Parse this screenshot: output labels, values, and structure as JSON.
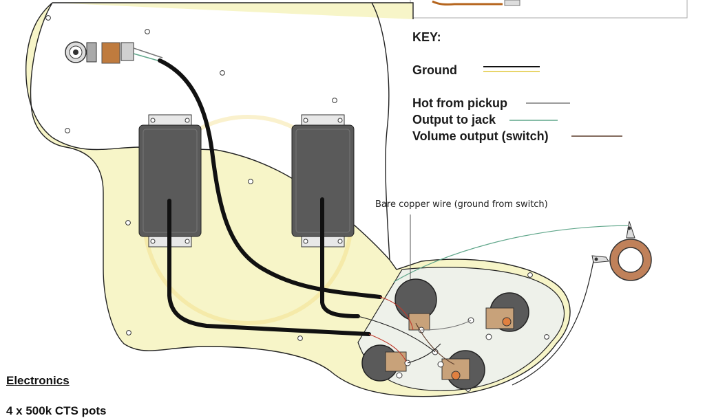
{
  "key": {
    "title": "KEY:",
    "ground_label": "Ground",
    "hot_label": "Hot from pickup",
    "output_label": "Output to jack",
    "volume_label": "Volume output (switch)"
  },
  "annotation": {
    "bare_copper": "Bare copper wire (ground from switch)"
  },
  "electronics": {
    "heading": "Electronics",
    "item_partial": "4 x 500k CTS pots"
  },
  "colors": {
    "pickguard": "#f7f5c8",
    "ground_wire": "#111111",
    "hot_wire": "#7a7a7a",
    "output_wire": "#5fa68a",
    "volume_wire": "#5a3a2a",
    "copper": "#b5651d",
    "pickup_body": "#585858"
  }
}
